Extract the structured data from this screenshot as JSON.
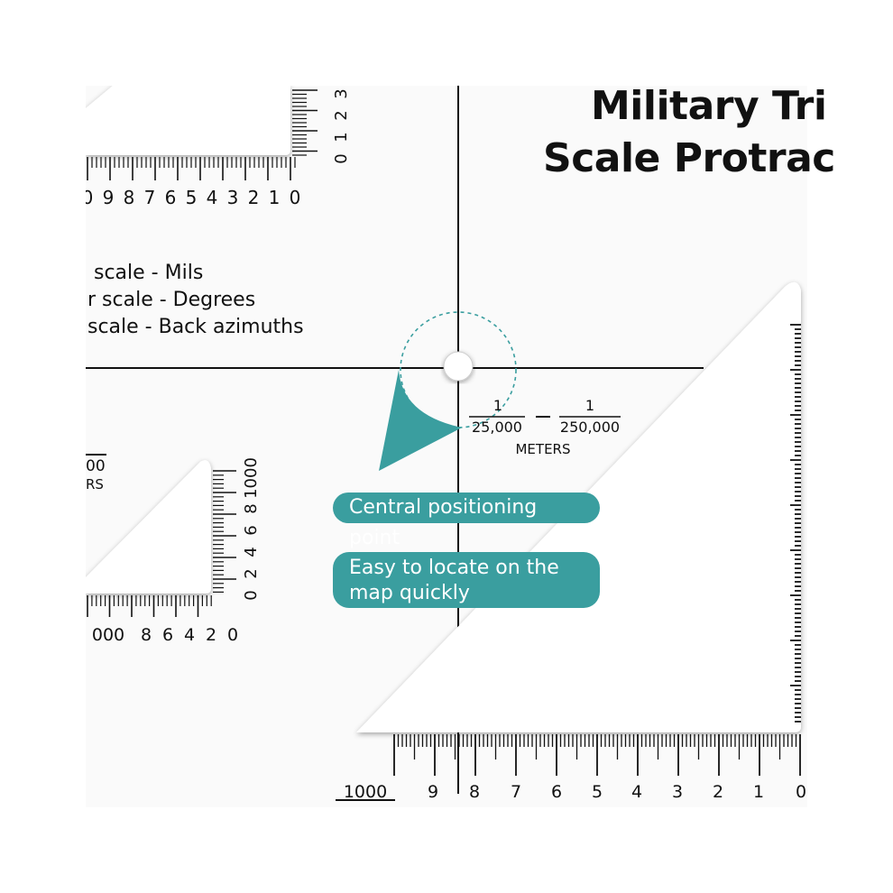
{
  "title": {
    "line1": "Military Tri",
    "line2": "Scale Protrac"
  },
  "legend": {
    "line1": "scale - Mils",
    "line2": "r scale - Degrees",
    "line3": "scale - Back azimuths"
  },
  "scale_fraction": {
    "numerator_a": "1",
    "denominator_a": "25,000",
    "numerator_b": "1",
    "denominator_b": "250,000",
    "unit": "METERS"
  },
  "callouts": {
    "central": "Central positioning point",
    "locate_line1": "Easy to locate on the",
    "locate_line2": "map quickly"
  },
  "top_left_bottom_scale": [
    "0",
    "9",
    "8",
    "7",
    "6",
    "5",
    "4",
    "3",
    "2",
    "1",
    "0"
  ],
  "top_left_side_scale": [
    "0",
    "1",
    "2",
    "3"
  ],
  "mid_left_label": [
    "00",
    "RS"
  ],
  "mid_left_side_scale": [
    "0",
    "2",
    "4",
    "6",
    "8",
    "1000"
  ],
  "mid_left_bottom_scale": [
    "000",
    "8",
    "6",
    "4",
    "2",
    "0"
  ],
  "bottom_scale": [
    "1000",
    "9",
    "8",
    "7",
    "6",
    "5",
    "4",
    "3",
    "2",
    "1",
    "0"
  ],
  "colors": {
    "accent": "#3a9e9f",
    "ink": "#111111",
    "paper": "#ffffff"
  }
}
